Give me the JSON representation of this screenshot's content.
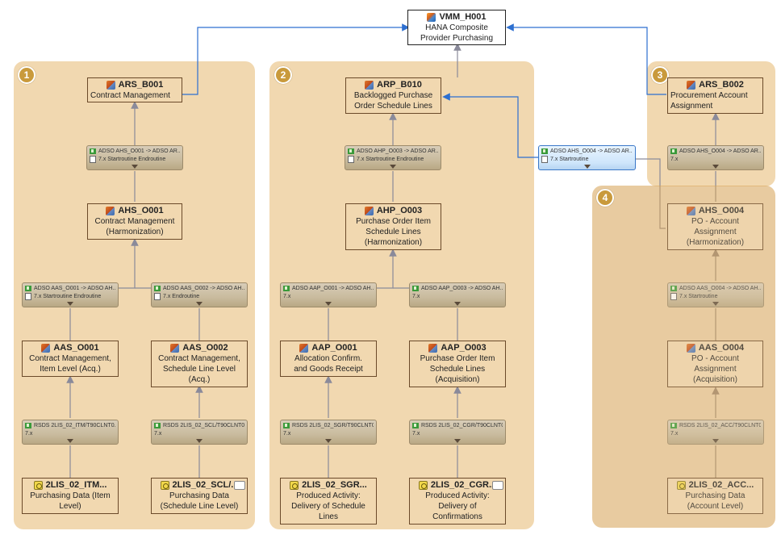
{
  "colors": {
    "group_fill": "#f1d8b0",
    "group4_fill": "#d6a052",
    "wire_gray": "#8a8a9a",
    "wire_blue": "#2d6fd0",
    "badge": "#c99a3c"
  },
  "groups": [
    {
      "id": "1",
      "badge": "1"
    },
    {
      "id": "2",
      "badge": "2"
    },
    {
      "id": "3",
      "badge": "3"
    },
    {
      "id": "4",
      "badge": "4"
    }
  ],
  "nodes": {
    "vmm": {
      "name": "VMM_H001",
      "desc": "HANA Composite\nProvider Purchasing",
      "icon": "composite-provider-icon"
    },
    "ars_b001": {
      "name": "ARS_B001",
      "desc": "Contract Management",
      "icon": "cube-icon"
    },
    "ahs_o001": {
      "name": "AHS_O001",
      "desc": "Contract Management\n(Harmonization)",
      "icon": "cube-icon"
    },
    "aas_o001": {
      "name": "AAS_O001",
      "desc": "Contract Management,\nItem Level (Acq.)",
      "icon": "cube-icon"
    },
    "aas_o002": {
      "name": "AAS_O002",
      "desc": "Contract Management,\nSchedule Line Level\n(Acq.)",
      "icon": "cube-icon"
    },
    "ds_itm": {
      "name": "2LIS_02_ITM...",
      "desc": "Purchasing Data (Item\nLevel)",
      "icon": "datasource-icon"
    },
    "ds_scl": {
      "name": "2LIS_02_SCL/...",
      "desc": "Purchasing Data\n(Schedule Line Level)",
      "icon": "datasource-icon"
    },
    "arp_b010": {
      "name": "ARP_B010",
      "desc": "Backlogged Purchase\nOrder Schedule Lines",
      "icon": "cube-icon"
    },
    "ahp_o003": {
      "name": "AHP_O003",
      "desc": "Purchase Order Item\nSchedule Lines\n(Harmonization)",
      "icon": "cube-icon"
    },
    "aap_o001": {
      "name": "AAP_O001",
      "desc": "Allocation Confirm.\nand Goods Receipt",
      "icon": "cube-icon"
    },
    "aap_o003": {
      "name": "AAP_O003",
      "desc": "Purchase Order Item\nSchedule Lines\n(Acquisition)",
      "icon": "cube-icon"
    },
    "ds_sgr": {
      "name": "2LIS_02_SGR...",
      "desc": "Produced Activity:\nDelivery of Schedule\nLines",
      "icon": "datasource-icon"
    },
    "ds_cgr": {
      "name": "2LIS_02_CGR...",
      "desc": "Produced Activity:\nDelivery of\nConfirmations",
      "icon": "datasource-icon"
    },
    "ars_b002": {
      "name": "ARS_B002",
      "desc": "Procurement Account\nAssignment",
      "icon": "cube-icon"
    },
    "ahs_o004": {
      "name": "AHS_O004",
      "desc": "PO - Account\nAssignment\n(Harmonization)",
      "icon": "cube-icon"
    },
    "aas_o004": {
      "name": "AAS_O004",
      "desc": "PO - Account\nAssignment\n(Acquisition)",
      "icon": "cube-icon"
    },
    "ds_acc": {
      "name": "2LIS_02_ACC...",
      "desc": "Purchasing Data\n(Account Level)",
      "icon": "datasource-icon"
    }
  },
  "transformations": {
    "t_ahs001_ars001": {
      "line1": "ADSO AHS_O001 -> ADSO AR...",
      "line2": "7.x Startroutine  Endroutine"
    },
    "t_aas001_ahs001": {
      "line1": "ADSO AAS_O001 -> ADSO AH...",
      "line2": "7.x Startroutine  Endroutine"
    },
    "t_aas002_ahs001": {
      "line1": "ADSO AAS_O002 -> ADSO AH...",
      "line2": "7.x Endroutine"
    },
    "t_itm_aas001": {
      "line1": "RSDS 2LIS_02_ITM/T90CLNT0...",
      "line2": "7.x"
    },
    "t_scl_aas002": {
      "line1": "RSDS 2LIS_02_SCL/T90CLNT0...",
      "line2": "7.x"
    },
    "t_ahp003_arp010": {
      "line1": "ADSO AHP_O003 -> ADSO AR...",
      "line2": "7.x Startroutine  Endroutine"
    },
    "t_aap001_ahp003": {
      "line1": "ADSO AAP_O001 -> ADSO AH...",
      "line2": "7.x"
    },
    "t_aap003_ahp003": {
      "line1": "ADSO AAP_O003 -> ADSO AH...",
      "line2": "7.x"
    },
    "t_sgr_aap001": {
      "line1": "RSDS 2LIS_02_SGR/T90CLNT0...",
      "line2": "7.x"
    },
    "t_cgr_aap003": {
      "line1": "RSDS 2LIS_02_CGR/T90CLNT0...",
      "line2": "7.x"
    },
    "t_ahs004_arp010": {
      "line1": "ADSO AHS_O004 -> ADSO AR...",
      "line2": "7.x Startroutine"
    },
    "t_ahs004_ars002": {
      "line1": "ADSO AHS_O004 -> ADSO AR...",
      "line2": "7.x"
    },
    "t_aas004_ahs004": {
      "line1": "ADSO AAS_O004 -> ADSO AH...",
      "line2": "7.x Startroutine"
    },
    "t_acc_aas004": {
      "line1": "RSDS 2LIS_02_ACC/T90CLNT0...",
      "line2": "7.x"
    }
  }
}
